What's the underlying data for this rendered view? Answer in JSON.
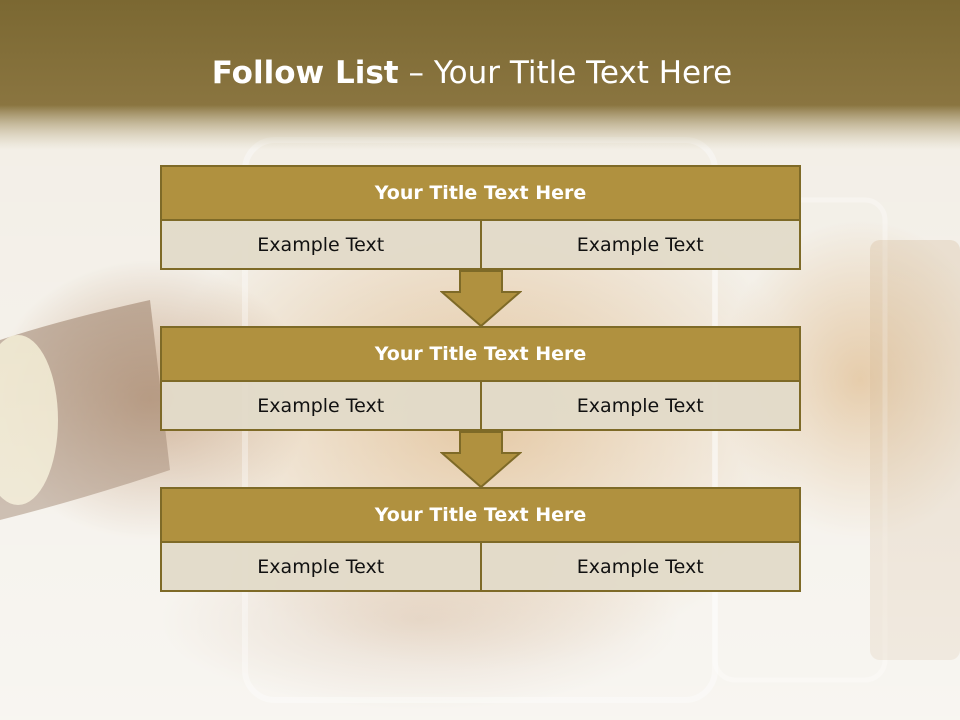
{
  "slide": {
    "title_bold": "Follow List",
    "title_rest": " – Your Title Text Here",
    "blocks": [
      {
        "title": "Your Title Text Here",
        "left": "Example Text",
        "right": "Example Text"
      },
      {
        "title": "Your Title Text Here",
        "left": "Example Text",
        "right": "Example Text"
      },
      {
        "title": "Your Title Text Here",
        "left": "Example Text",
        "right": "Example Text"
      }
    ]
  },
  "colors": {
    "header_band": "#7d6a34",
    "block_title_fill": "#b0913f",
    "block_border": "#7e6a27",
    "cell_fill": "#e2dbc9",
    "arrow_fill": "#b0913f"
  },
  "icons": {
    "background": "whisky-glasses-photo",
    "arrow": "down-arrow-icon"
  }
}
